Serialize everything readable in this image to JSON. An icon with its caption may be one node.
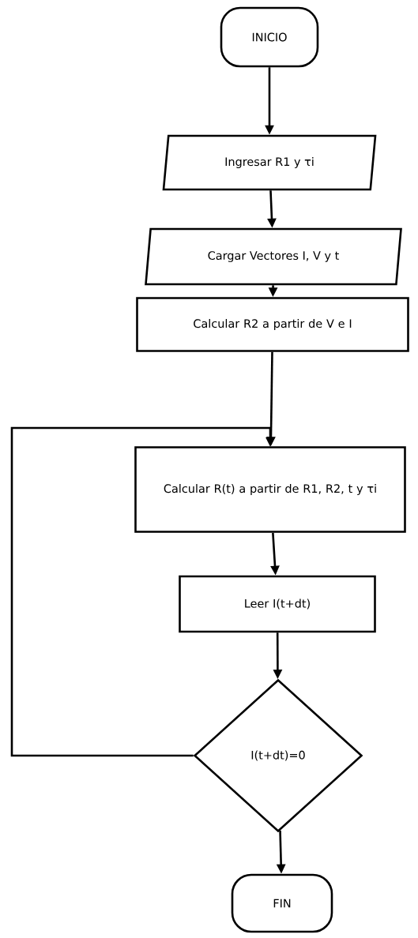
{
  "diagram": {
    "nodes": [
      {
        "text": [
          "INICIO"
        ]
      },
      {
        "text": [
          "Ingresar R1 y τi"
        ]
      },
      {
        "text": [
          "Cargar Vectores I, V y t"
        ]
      },
      {
        "text": [
          "Calcular R2 a partir de V e I"
        ]
      },
      {
        "text": [
          "Calcular R(t) a partir de R1, R2, t y τi"
        ]
      },
      {
        "text": [
          "Leer I(t+dt)"
        ]
      },
      {
        "text": [
          "I(t+dt)=0"
        ]
      },
      {
        "text": [
          "FIN"
        ]
      }
    ],
    "edges": [
      {
        "from": 0,
        "to": 1,
        "arrow": "to"
      },
      {
        "from": 1,
        "to": 2,
        "arrow": "to"
      },
      {
        "from": 2,
        "to": 3,
        "arrow": "to"
      },
      {
        "from": 3,
        "to": 4,
        "arrow": "to"
      },
      {
        "from": 4,
        "to": 5,
        "arrow": "to"
      },
      {
        "from": 5,
        "to": 6,
        "arrow": "to"
      },
      {
        "from": 6,
        "to": 7,
        "arrow": "to"
      },
      {
        "from": 6,
        "to": 4,
        "arrow": "to"
      }
    ]
  }
}
